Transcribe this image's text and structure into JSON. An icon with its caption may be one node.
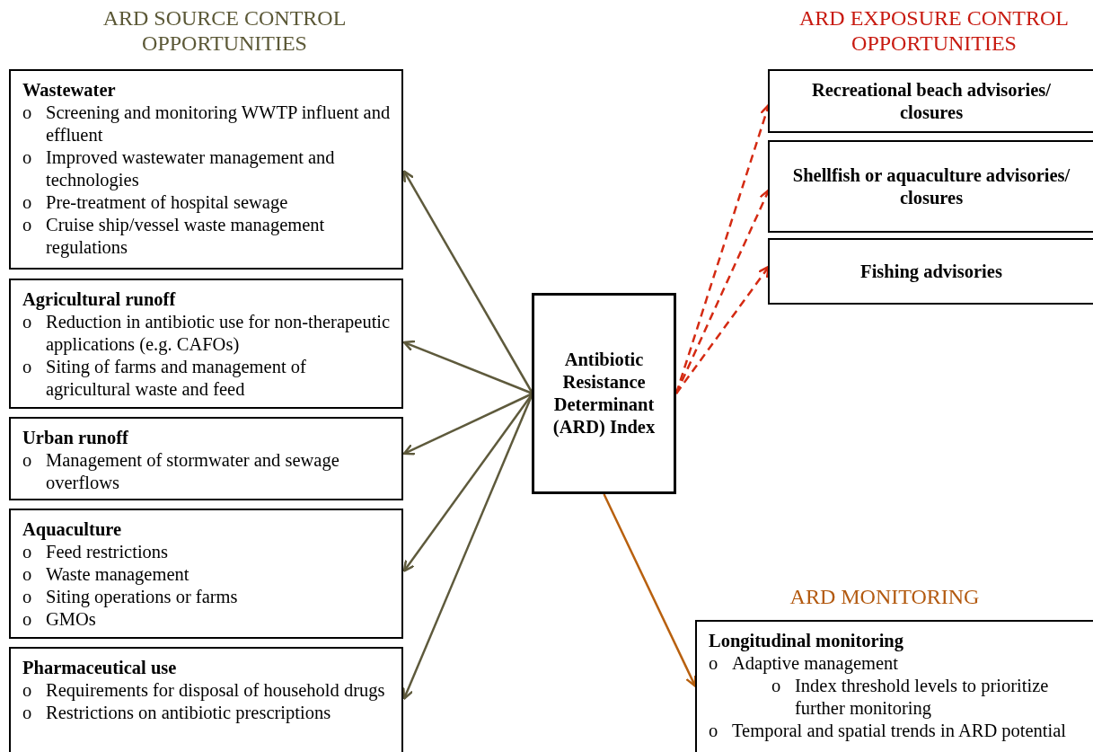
{
  "diagram": {
    "nodes": [
      {
        "text": [
          "Wastewater",
          "o Screening and monitoring WWTP influent and effluent",
          "o Improved wastewater management and technologies",
          "o Pre-treatment of hospital sewage",
          "o Cruise ship/vessel waste management regulations"
        ]
      },
      {
        "text": [
          "Agricultural runoff",
          "o Reduction in antibiotic use for non-therapeutic applications (e.g. CAFOs)",
          "o Siting of farms and management of agricultural waste and feed"
        ]
      },
      {
        "text": [
          "Urban runoff",
          "o Management of stormwater and sewage overflows"
        ]
      },
      {
        "text": [
          "Aquaculture",
          "o Feed restrictions",
          "o Waste management",
          "o Siting operations or farms",
          "o GMOs"
        ]
      },
      {
        "text": [
          "Pharmaceutical use",
          "o Requirements for disposal of household drugs",
          "o Restrictions on antibiotic prescriptions"
        ]
      },
      {
        "text": [
          "Antibiotic Resistance Determinant (ARD) Index"
        ]
      },
      {
        "text": [
          "Recreational beach advisories/ closures"
        ]
      },
      {
        "text": [
          "Shellfish or aquaculture advisories/ closures"
        ]
      },
      {
        "text": [
          "Fishing advisories"
        ]
      },
      {
        "text": [
          "Longitudinal monitoring",
          "o Adaptive management",
          "o Index threshold levels to prioritize further monitoring",
          "o Temporal and spatial trends in ARD potential"
        ]
      }
    ],
    "edges": [
      {
        "from": 5,
        "to": 0,
        "arrow": "to"
      },
      {
        "from": 5,
        "to": 1,
        "arrow": "to"
      },
      {
        "from": 5,
        "to": 2,
        "arrow": "to"
      },
      {
        "from": 5,
        "to": 3,
        "arrow": "to"
      },
      {
        "from": 5,
        "to": 4,
        "arrow": "to"
      },
      {
        "from": 5,
        "to": 6,
        "arrow": "to",
        "style": "dashed",
        "color": "#d42a12"
      },
      {
        "from": 5,
        "to": 7,
        "arrow": "to",
        "style": "dashed",
        "color": "#d42a12"
      },
      {
        "from": 5,
        "to": 8,
        "arrow": "to",
        "style": "dashed",
        "color": "#d42a12"
      },
      {
        "from": 5,
        "to": 9,
        "arrow": "to",
        "color": "#b8600e"
      }
    ],
    "labels": [
      "ARD SOURCE CONTROL OPPORTUNITIES",
      "ARD EXPOSURE CONTROL OPPORTUNITIES",
      "ARD MONITORING"
    ]
  }
}
